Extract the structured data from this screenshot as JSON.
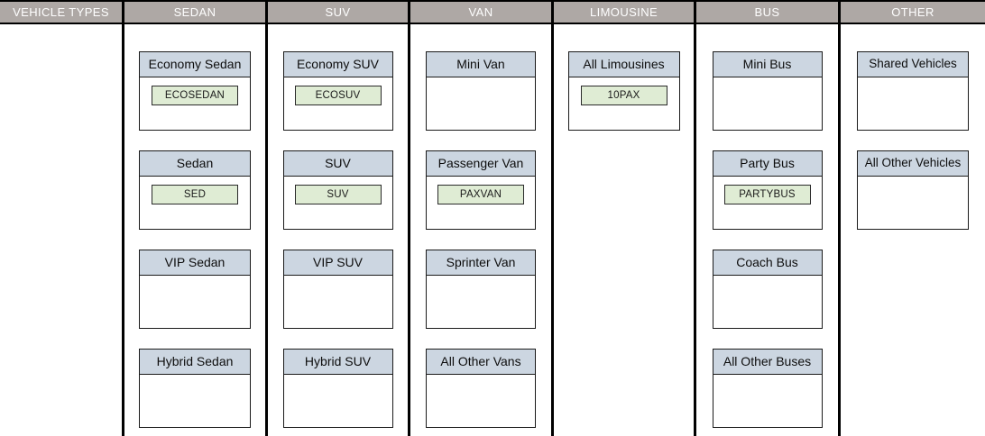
{
  "header": {
    "columns": [
      {
        "label": "VEHICLE TYPES",
        "key": "vehicle-types"
      },
      {
        "label": "SEDAN",
        "key": "sedan"
      },
      {
        "label": "SUV",
        "key": "suv"
      },
      {
        "label": "VAN",
        "key": "van"
      },
      {
        "label": "LIMOUSINE",
        "key": "limousine"
      },
      {
        "label": "BUS",
        "key": "bus"
      },
      {
        "label": "OTHER",
        "key": "other"
      }
    ]
  },
  "colors": {
    "header_bg": "#aea8a5",
    "header_text": "#ffffff",
    "card_title_bg": "#ccd6e1",
    "card_title_text": "#0d0d0d",
    "card_body_bg": "#ffffff",
    "tag_bg": "#dfecd4",
    "tag_border": "#2a2a2a",
    "grid_line": "#000000"
  },
  "columns": {
    "vehicle_types": {
      "title": "VEHICLE TYPES",
      "cards": []
    },
    "sedan": {
      "title": "SEDAN",
      "cards": [
        {
          "title": "Economy Sedan",
          "tag": "ECOSEDAN"
        },
        {
          "title": "Sedan",
          "tag": "SED"
        },
        {
          "title": "VIP Sedan",
          "tag": null
        },
        {
          "title": "Hybrid Sedan",
          "tag": null
        }
      ]
    },
    "suv": {
      "title": "SUV",
      "cards": [
        {
          "title": "Economy SUV",
          "tag": "ECOSUV"
        },
        {
          "title": "SUV",
          "tag": "SUV"
        },
        {
          "title": "VIP SUV",
          "tag": null
        },
        {
          "title": "Hybrid SUV",
          "tag": null
        }
      ]
    },
    "van": {
      "title": "VAN",
      "cards": [
        {
          "title": "Mini Van",
          "tag": null
        },
        {
          "title": "Passenger Van",
          "tag": "PAXVAN"
        },
        {
          "title": "Sprinter Van",
          "tag": null
        },
        {
          "title": "All Other Vans",
          "tag": null
        }
      ]
    },
    "limousine": {
      "title": "LIMOUSINE",
      "cards": [
        {
          "title": "All Limousines",
          "tag": "10PAX"
        }
      ]
    },
    "bus": {
      "title": "BUS",
      "cards": [
        {
          "title": "Mini Bus",
          "tag": null
        },
        {
          "title": "Party Bus",
          "tag": "PARTYBUS"
        },
        {
          "title": "Coach Bus",
          "tag": null
        },
        {
          "title": "All Other Buses",
          "tag": null
        }
      ]
    },
    "other": {
      "title": "OTHER",
      "cards": [
        {
          "title": "Shared Vehicles",
          "tag": null
        },
        {
          "title": "All Other Vehicles",
          "tag": null
        }
      ]
    }
  }
}
